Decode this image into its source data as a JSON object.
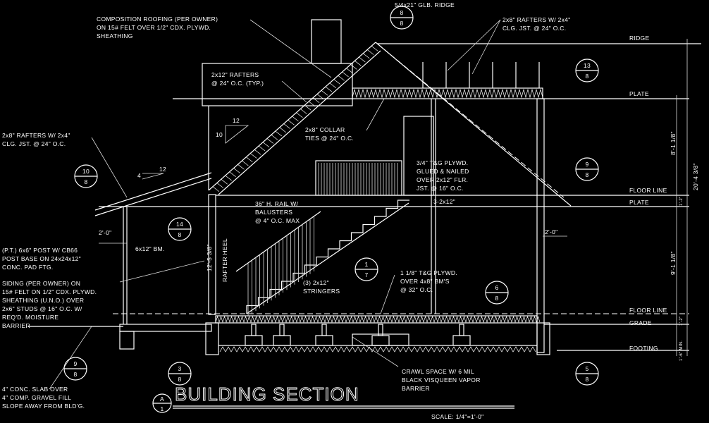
{
  "drawing": {
    "title": "BUILDING SECTION",
    "scale": "SCALE: 1/4\"=1'-0\"",
    "title_callout": {
      "num": "A",
      "den": "1"
    }
  },
  "levels": {
    "ridge": "RIDGE",
    "plate_upper": "PLATE",
    "floor_line_upper": "FLOOR LINE",
    "plate_lower": "PLATE",
    "floor_line_lower": "FLOOR LINE",
    "grade": "GRADE",
    "footing": "FOOTING"
  },
  "dimensions": {
    "upper_story": "8'-1 1/8\"",
    "overall": "20'-4 3/8\"",
    "lower_story": "9'-1 1/8\"",
    "floor_depth": "1'-2\"",
    "grade_to_floor": "1'-2\"",
    "footing_depth": "1'-6\" MIN.",
    "left_overhang": "2'-0\"",
    "right_overhang": "2'-0\"",
    "rafter_heel": "RAFTER HEEL",
    "heel_height": "12'-5 3/8\"",
    "roof_pitch_rise": "10",
    "roof_pitch_run": "12",
    "porch_pitch_rise": "4",
    "porch_pitch_run": "12"
  },
  "notes": {
    "roofing": [
      "COMPOSITION ROOFING (PER OWNER)",
      "ON 15# FELT OVER 1/2\" CDX. PLYWD.",
      "SHEATHING"
    ],
    "ridge_beam": "5/4x21\" GLB. RIDGE",
    "rafters_right": [
      "2x8\" RAFTERS W/ 2x4\"",
      "CLG. JST. @ 24\" O.C."
    ],
    "rafters_main": [
      "2x12\" RAFTERS",
      "@ 24\" O.C. (TYP.)"
    ],
    "collar_ties": [
      "2x8\" COLLAR",
      "TIES @ 24\" O.C."
    ],
    "porch_rafters": [
      "2x8\" RAFTERS W/ 2x4\"",
      "CLG. JST. @ 24\" O.C."
    ],
    "floor_sheathing": [
      "3/4\" T&G PLYWD.",
      "GLUED & NAILED",
      "OVER 2x12\" FLR.",
      "JST. @ 16\" O.C."
    ],
    "header": "3-2x12\"",
    "rail": [
      "36\" H. RAIL W/",
      "BALUSTERS",
      "@ 4\" O.C. MAX"
    ],
    "post": [
      "(P.T.) 6x6\" POST W/ CB66",
      "POST BASE ON 24x24x12\"",
      "CONC. PAD FTG."
    ],
    "beam": "6x12\" BM.",
    "siding": [
      "SIDING (PER OWNER) ON",
      "15# FELT ON 1/2\" CDX. PLYWD.",
      "SHEATHING (U.N.O.) OVER",
      "2x6\" STUDS @ 16\" O.C. W/",
      "REQ'D. MOISTURE",
      "BARRIER"
    ],
    "stringers": [
      "(3) 2x12\"",
      "STRINGERS"
    ],
    "subfloor": [
      "1 1/8\" T&G PLYWD.",
      "OVER 4x8\" BM'S",
      "@ 32\" O.C."
    ],
    "crawl_space": [
      "CRAWL SPACE W/ 6 MIL",
      "BLACK VISQUEEN VAPOR",
      "BARRIER"
    ],
    "slab": [
      "4\" CONC. SLAB OVER",
      "4\" COMP. GRAVEL FILL",
      "SLOPE AWAY FROM BLD'G."
    ]
  },
  "callouts": [
    {
      "num": "8",
      "den": "8"
    },
    {
      "num": "13",
      "den": "8"
    },
    {
      "num": "9",
      "den": "8"
    },
    {
      "num": "10",
      "den": "8"
    },
    {
      "num": "14",
      "den": "8"
    },
    {
      "num": "1",
      "den": "7"
    },
    {
      "num": "6",
      "den": "8"
    },
    {
      "num": "9",
      "den": "8"
    },
    {
      "num": "3",
      "den": "8"
    },
    {
      "num": "5",
      "den": "8"
    }
  ]
}
